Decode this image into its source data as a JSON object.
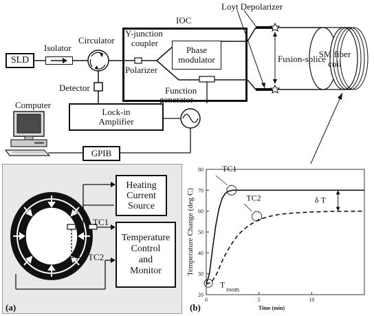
{
  "setup": {
    "sld": "SLD",
    "isolator": "Isolator",
    "circulator": "Circulator",
    "ioc": "IOC",
    "y_junction_line1": "Y-junction",
    "y_junction_line2": "coupler",
    "polarizer": "Polarizer",
    "phase_modulator_line1": "Phase",
    "phase_modulator_line2": "modulator",
    "detector": "Detector",
    "function_generator_line1": "Function",
    "function_generator_line2": "generator",
    "lockin_line1": "Lock-in",
    "lockin_line2": "Amplifier",
    "computer": "Computer",
    "gpib": "GPIB",
    "loyt_depolarizer": "Loyt Depolarizer",
    "fusion_splice": "Fusion-splice",
    "fiber_coil_line1": "SM fiber",
    "fiber_coil_line2": "coil"
  },
  "panel_a": {
    "tag": "(a)",
    "heating_line1": "Heating",
    "heating_line2": "Current",
    "heating_line3": "Source",
    "temp_line1": "Temperature",
    "temp_line2": "Control",
    "temp_line3": "and",
    "temp_line4": "Monitor",
    "tc1": "TC1",
    "tc2": "TC2"
  },
  "panel_b": {
    "tag": "(b)"
  },
  "chart_data": {
    "type": "line",
    "xlabel": "Time (min)",
    "ylabel": "Temperature Change (deg C)",
    "xlim": [
      0,
      15
    ],
    "ylim": [
      20,
      80
    ],
    "xticks": [
      0,
      5,
      10
    ],
    "yticks": [
      20,
      30,
      40,
      50,
      60,
      70,
      80
    ],
    "series": [
      {
        "name": "TC1",
        "style": "solid",
        "x": [
          0,
          0.3,
          0.6,
          0.9,
          1.2,
          1.5,
          1.8,
          2.1,
          2.5,
          3,
          4,
          6,
          8,
          10,
          12,
          14,
          15
        ],
        "y": [
          25,
          30,
          42,
          53,
          61,
          66,
          68.5,
          69.5,
          70,
          70,
          70,
          70,
          70,
          70,
          70,
          70,
          70
        ]
      },
      {
        "name": "TC2",
        "style": "dashed",
        "x": [
          0,
          0.5,
          1,
          1.5,
          2,
          2.5,
          3,
          3.5,
          4,
          5,
          6,
          7,
          8,
          10,
          12,
          15
        ],
        "y": [
          25,
          26,
          30,
          36,
          41,
          45,
          48.5,
          51,
          53,
          56,
          57.5,
          58.5,
          59,
          59.6,
          59.9,
          60
        ]
      }
    ],
    "annotations": {
      "tc1": "TC1",
      "tc2": "TC2",
      "delta_t": "δ T",
      "t_room_main": "T",
      "t_room_sub": "room"
    }
  }
}
